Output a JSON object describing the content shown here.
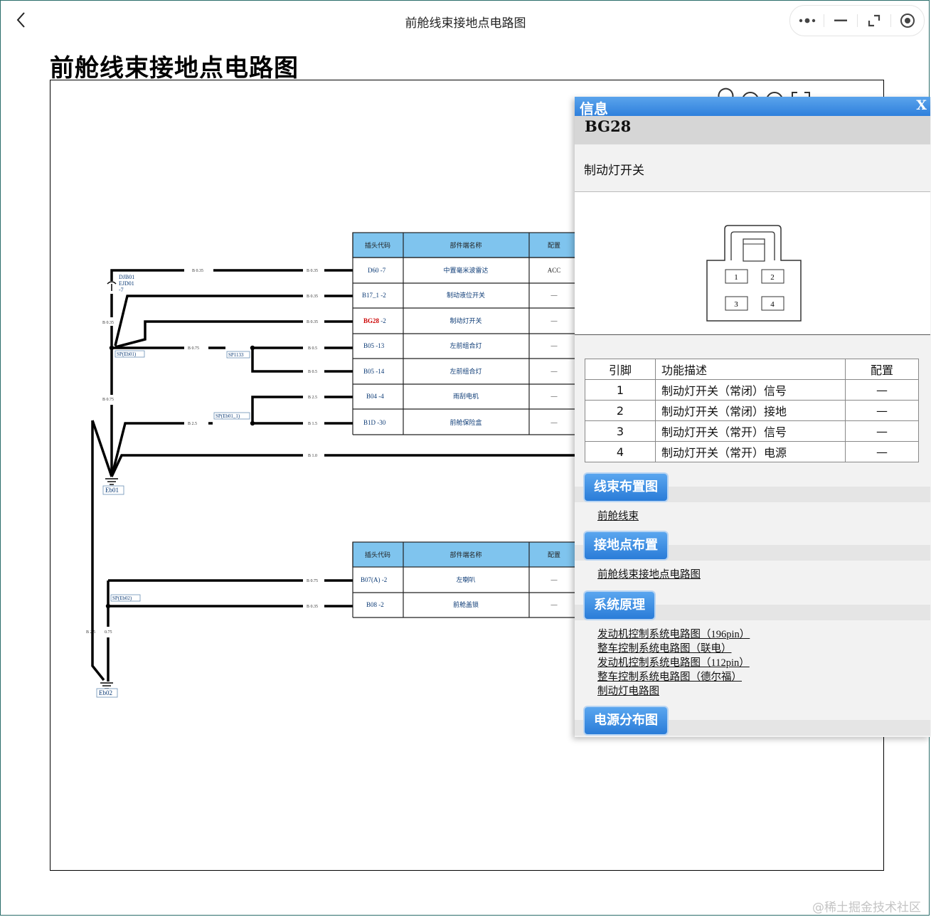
{
  "window": {
    "title": "前舱线束接地点电路图"
  },
  "page": {
    "title": "前舱线束接地点电路图"
  },
  "colors": {
    "accent": "#2f80dc",
    "header_cell": "#7fc4ee",
    "highlight": "#cc0000"
  },
  "diagram": {
    "table1": {
      "headers": [
        "插头代码",
        "部件端名称",
        "配置"
      ],
      "rows": [
        {
          "code": "D60",
          "pin": "-7",
          "name": "中置毫米波雷达",
          "config": "ACC"
        },
        {
          "code": "B17_1",
          "pin": "-2",
          "name": "制动液位开关",
          "config": "—"
        },
        {
          "code": "BG28",
          "pin": "-2",
          "name": "制动灯开关",
          "config": "—"
        },
        {
          "code": "B05",
          "pin": "-13",
          "name": "左前组合灯",
          "config": "—"
        },
        {
          "code": "B05",
          "pin": "-14",
          "name": "左前组合灯",
          "config": "—"
        },
        {
          "code": "B04",
          "pin": "-4",
          "name": "雨刮电机",
          "config": "—"
        },
        {
          "code": "B1D",
          "pin": "-30",
          "name": "前舱保险盒",
          "config": "—"
        }
      ]
    },
    "table2": {
      "headers": [
        "插头代码",
        "部件端名称",
        "配置"
      ],
      "rows": [
        {
          "code": "B07(A)",
          "pin": "-2",
          "name": "左喇叭",
          "config": "—"
        },
        {
          "code": "B08",
          "pin": "-2",
          "name": "前舱盖锁",
          "config": "—"
        }
      ]
    },
    "wire_labels": {
      "b035": "B 0.35",
      "b075": "B 0.75",
      "b05": "B 0.5",
      "b25": "B 2.5",
      "b15": "B 1.5",
      "b10": "B 1.0",
      "v075": "0.75"
    },
    "labels": {
      "eb01": "Eb01",
      "eb02": "Eb02",
      "sp_eb01": "SP(Eb01)",
      "sp1133": "SP1133",
      "sp_eb01_1": "SP(Eb01_1)",
      "sp_eb02": "SP(Eb02)",
      "djb01": "DJB01",
      "ejd01": "EJD01",
      "seven": "-7"
    }
  },
  "panel": {
    "title": "信息",
    "close": "X",
    "code": "BG28",
    "name": "制动灯开关",
    "connector_pins": [
      "1",
      "2",
      "3",
      "4"
    ],
    "pin_table": {
      "headers": [
        "引脚",
        "功能描述",
        "配置"
      ],
      "rows": [
        {
          "pin": "1",
          "desc": "制动灯开关（常闭）信号",
          "config": "—"
        },
        {
          "pin": "2",
          "desc": "制动灯开关（常闭）接地",
          "config": "—"
        },
        {
          "pin": "3",
          "desc": "制动灯开关（常开）信号",
          "config": "—"
        },
        {
          "pin": "4",
          "desc": "制动灯开关（常开）电源",
          "config": "—"
        }
      ]
    },
    "sections": [
      {
        "title": "线束布置图",
        "links": [
          "前舱线束"
        ]
      },
      {
        "title": "接地点布置",
        "links": [
          "前舱线束接地点电路图"
        ]
      },
      {
        "title": "系统原理",
        "links": [
          "发动机控制系统电路图（196pin）",
          "整车控制系统电路图（联电）",
          "发动机控制系统电路图（112pin）",
          "整车控制系统电路图（德尔福）",
          "制动灯电路图"
        ]
      },
      {
        "title": "电源分布图",
        "links": []
      }
    ]
  },
  "watermark": "@稀土掘金技术社区"
}
